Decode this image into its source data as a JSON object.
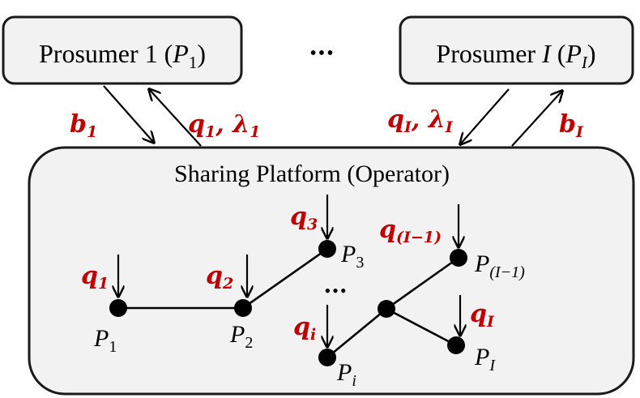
{
  "prosumer_first": {
    "prefix": "Prosumer 1 (",
    "sym": "P",
    "sub": "1",
    "suffix": ")"
  },
  "prosumer_last": {
    "prefix": "Prosumer ",
    "italic": "I",
    "mid": " (",
    "sym": "P",
    "sub": "I",
    "suffix": ")"
  },
  "top_ellipsis": "•••",
  "platform": {
    "title": "Sharing Platform (Operator)"
  },
  "flows": {
    "b1": {
      "sym": "b",
      "sub": "1"
    },
    "q1_lambda1": {
      "q": "q",
      "q_sub": "1",
      "sep": ", ",
      "l": "λ",
      "l_sub": "1"
    },
    "qI_lambdaI": {
      "q": "q",
      "q_sub": "I",
      "sep": ", ",
      "l": "λ",
      "l_sub": "I"
    },
    "bI": {
      "sym": "b",
      "sub": "I"
    }
  },
  "quantities": {
    "q1": {
      "sym": "q",
      "sub": "1"
    },
    "q2": {
      "sym": "q",
      "sub": "2"
    },
    "q3": {
      "sym": "q",
      "sub": "3"
    },
    "qi": {
      "sym": "q",
      "sub": "i"
    },
    "qI1": {
      "sym": "q",
      "sub": "(I−1)"
    },
    "qI": {
      "sym": "q",
      "sub": "I"
    }
  },
  "nodes": {
    "P1": {
      "sym": "P",
      "sub": "1"
    },
    "P2": {
      "sym": "P",
      "sub": "2"
    },
    "P3": {
      "sym": "P",
      "sub": "3"
    },
    "Pi": {
      "sym": "P",
      "sub": "i"
    },
    "PI1": {
      "sym": "P",
      "sub": "(I−1)"
    },
    "PI": {
      "sym": "P",
      "sub": "I"
    }
  },
  "inner_ellipsis": "•••",
  "colors": {
    "accent_red": "#c00000",
    "box_fill": "#f2f2f2",
    "stroke": "#1a1a1a"
  }
}
